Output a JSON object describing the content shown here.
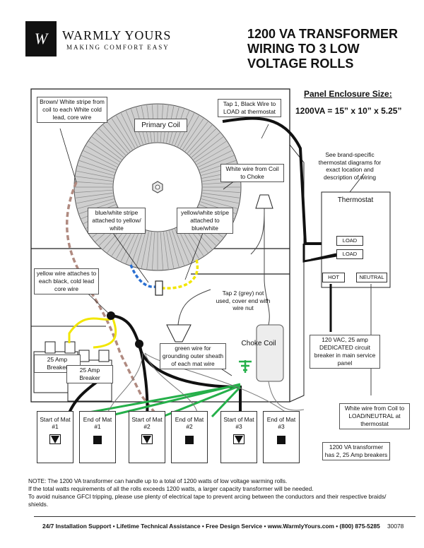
{
  "header": {
    "logo_mark": "W",
    "brand": "WARMLY YOURS",
    "tagline": "MAKING COMFORT EASY",
    "title_lines": [
      "1200 VA TRANSFORMER",
      "WIRING TO 3 LOW",
      "VOLTAGE ROLLS"
    ]
  },
  "enclosure": {
    "title": "Panel Enclosure Size:",
    "value": "1200VA = 15” x 10” x 5.25”"
  },
  "callouts": {
    "brown_white": "Brown/ White stripe from coil to each White cold lead, core wire",
    "tap1": "Tap 1, Black Wire to LOAD at thermostat",
    "primary_coil": "Primary Coil",
    "see_brand": "See brand-specific thermostat diagrams for exact location and description of wiring",
    "white_wire_choke": "White wire from Coil to Choke",
    "blue_white": "blue/white stripe attached to yellow/ white",
    "yellow_white": "yellow/white stripe attached to blue/white",
    "yellow_wire": "yellow wire attaches to each black, cold lead core wire",
    "tap2": "Tap 2 (grey) not used, cover end with wire nut",
    "choke_coil": "Choke Coil",
    "green_wire": "green wire for grounding outer sheath of each mat wire",
    "breaker_1": "25 Amp Breaker",
    "breaker_2": "25 Amp Breaker",
    "vac": "120 VAC, 25 amp DEDICATED circuit breaker in main service panel",
    "white_load_neutral": "White wire from Coil to LOAD/NEUTRAL at thermostat",
    "transformer_note": "1200 VA transformer has 2, 25 Amp breakers"
  },
  "thermostat": {
    "title": "Thermostat",
    "load_1": "LOAD",
    "load_2": "LOAD",
    "hot": "HOT",
    "neutral": "NEUTRAL"
  },
  "mats": [
    {
      "line1": "Start of Mat",
      "line2": "#1",
      "symbol": "triangle"
    },
    {
      "line1": "End of Mat",
      "line2": "#1",
      "symbol": "square"
    },
    {
      "line1": "Start of Mat",
      "line2": "#2",
      "symbol": "triangle"
    },
    {
      "line1": "End of Mat",
      "line2": "#2",
      "symbol": "square"
    },
    {
      "line1": "Start of Mat",
      "line2": "#3",
      "symbol": "triangle"
    },
    {
      "line1": "End of Mat",
      "line2": "#3",
      "symbol": "square"
    }
  ],
  "notes": [
    "NOTE:  The 1200 VA transformer can handle up to a total of 1200 watts of low voltage warming rolls.",
    "If the total watts requirements of all the rolls exceeds 1200 watts, a larger capacity transformer will be needed.",
    "To avoid nuisance GFCI tripping, please use plenty of electrical tape to prevent arcing between the conductors and their respective braids/",
    "shields."
  ],
  "footer": {
    "text": "24/7 Installation Support  •  Lifetime Technical Assistance  •  Free Design Service  •  www.WarmlyYours.com  •  (800) 875-5285",
    "code": "30078"
  },
  "colors": {
    "wire_black": "#111111",
    "wire_brown_dashed": "#b08a80",
    "wire_yellow": "#f2e600",
    "wire_blue": "#2a6fd1",
    "wire_green": "#25b04a",
    "coil_gray": "#bdbdbd"
  }
}
